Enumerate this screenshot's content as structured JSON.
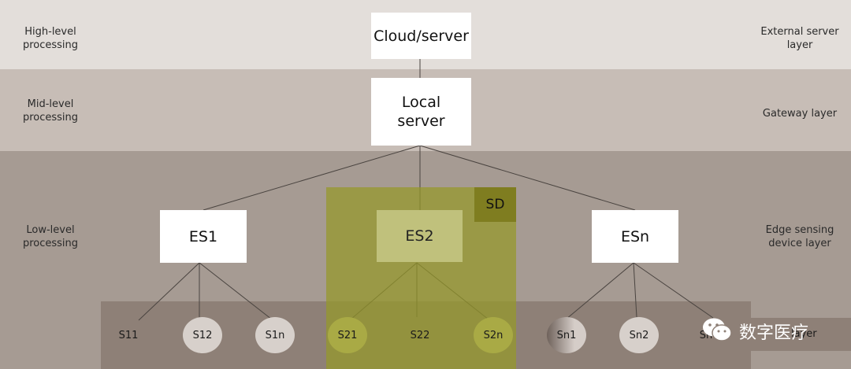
{
  "layers": {
    "high": {
      "left_label": "High-level\nprocessing",
      "right_label": "External server\nlayer"
    },
    "mid": {
      "left_label": "Mid-level\nprocessing",
      "right_label": "Gateway layer"
    },
    "low": {
      "left_label": "Low-level\nprocessing",
      "right_label": "Edge sensing\ndevice layer"
    }
  },
  "nodes": {
    "cloud": "Cloud/server",
    "local": "Local\nserver",
    "es1": "ES1",
    "es2": "ES2",
    "esn": "ESn",
    "sd": "SD"
  },
  "sensors": [
    "S11",
    "S12",
    "S1n",
    "S21",
    "S22",
    "S2n",
    "Sn1",
    "Sn2",
    "Sn"
  ],
  "partial_label": "layer",
  "watermark": {
    "text": "数字医疗",
    "icon": "wechat-icon"
  },
  "colors": {
    "band_high": "#e3deda",
    "band_mid": "#c7bdb6",
    "band_low": "#a69b93",
    "sensor_strip": "#8e8077",
    "sd_highlight": "#96982a"
  }
}
